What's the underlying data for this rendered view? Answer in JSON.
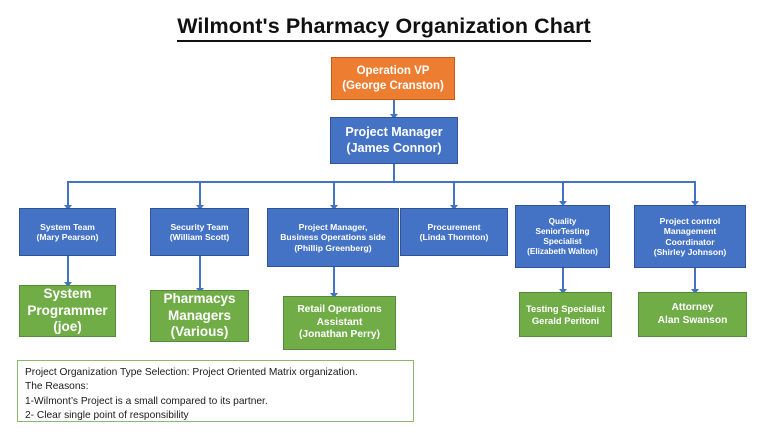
{
  "chart_title": "Wilmont's Pharmacy Organization Chart",
  "colors": {
    "orange": "#ED7D31",
    "blue": "#4472C4",
    "green": "#70AD47",
    "connector": "#4472C4",
    "notes_border": "#8CB86A",
    "text_on_fill": "#FFFFFF",
    "title_text": "#111111"
  },
  "nodes": {
    "operation_vp": {
      "title": "Operation VP",
      "person": "(George Cranston)",
      "color": "orange"
    },
    "project_manager": {
      "title": "Project Manager",
      "person": "(James Connor)",
      "color": "blue"
    },
    "system_team": {
      "title": "System Team",
      "person": "(Mary Pearson)",
      "color": "blue"
    },
    "security_team": {
      "title": "Security Team",
      "person": "(William Scott)",
      "color": "blue"
    },
    "project_manager_business": {
      "line1": "Project Manager,",
      "line2": "Business Operations side",
      "person": "(Phillip Greenberg)",
      "color": "blue"
    },
    "procurement": {
      "title": "Procurement",
      "person": "(Linda Thornton)",
      "color": "blue"
    },
    "quality_senior_testing": {
      "line1": "Quality",
      "line2": "SeniorTesting",
      "line3": "Specialist",
      "person": "(Elizabeth Walton)",
      "color": "blue"
    },
    "project_control": {
      "line1": "Project control",
      "line2": "Management",
      "line3": "Coordinator",
      "person": "(Shirley Johnson)",
      "color": "blue"
    },
    "system_programmer": {
      "line1": "System",
      "line2": "Programmer",
      "person": "(joe)",
      "color": "green"
    },
    "pharmacys_managers": {
      "line1": "Pharmacys",
      "line2": "Managers",
      "person": "(Various)",
      "color": "green"
    },
    "retail_operations_assistant": {
      "line1": "Retail Operations",
      "line2": "Assistant",
      "person": "(Jonathan Perry)",
      "color": "green"
    },
    "testing_specialist": {
      "line1": "Testing Specialist",
      "person": "Gerald Peritoni",
      "color": "green"
    },
    "attorney": {
      "line1": "Attorney",
      "person": "Alan Swanson",
      "color": "green"
    }
  },
  "notes": {
    "line1": "Project Organization Type Selection: Project Oriented Matrix organization.",
    "line2": "The Reasons:",
    "line3": "1-Wilmont’s Project is a small compared to its partner.",
    "line4": "2- Clear single point of responsibility"
  }
}
